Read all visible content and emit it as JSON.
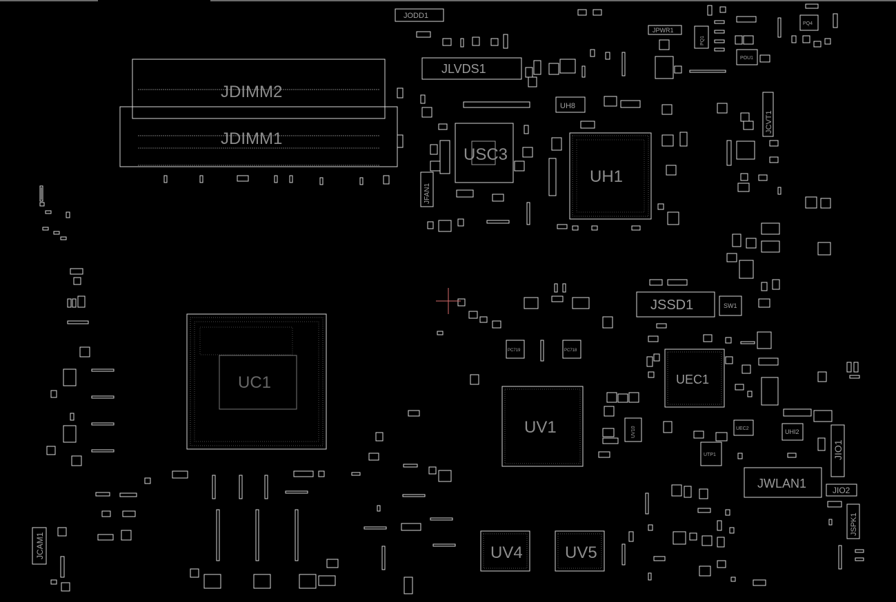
{
  "title": "",
  "labels": {
    "jodd1": "JODD1",
    "jlvds1": "JLVDS1",
    "jdimm2": "JDIMM2",
    "jdimm1": "JDIMM1",
    "usc3": "USC3",
    "uh1": "UH1",
    "uh8": "UH8",
    "jfan1": "JFAN1",
    "jpwr1": "JPWR1",
    "pq1": "PQ1",
    "pou1": "POU1",
    "pq4": "PQ4",
    "jcvt1": "JCVT1",
    "jssd1": "JSSD1",
    "sw1": "SW1",
    "uec1": "UEC1",
    "uec2": "UEC2",
    "uhi2": "UHI2",
    "jio1": "JIO1",
    "jio2": "JIO2",
    "jwlan1": "JWLAN1",
    "jspk1": "JSPK1",
    "uc1": "UC1",
    "uv1": "UV1",
    "uv4": "UV4",
    "uv5": "UV5",
    "uv10": "UV10",
    "utp1": "UTP1",
    "jcam1": "JCAM1",
    "pc719": "PC719",
    "pc718": "PC718"
  },
  "colors": {
    "background": "#000000",
    "outline": "#d9d9d9",
    "label": "#8c8c8c",
    "cursor": "#d96b6b"
  }
}
